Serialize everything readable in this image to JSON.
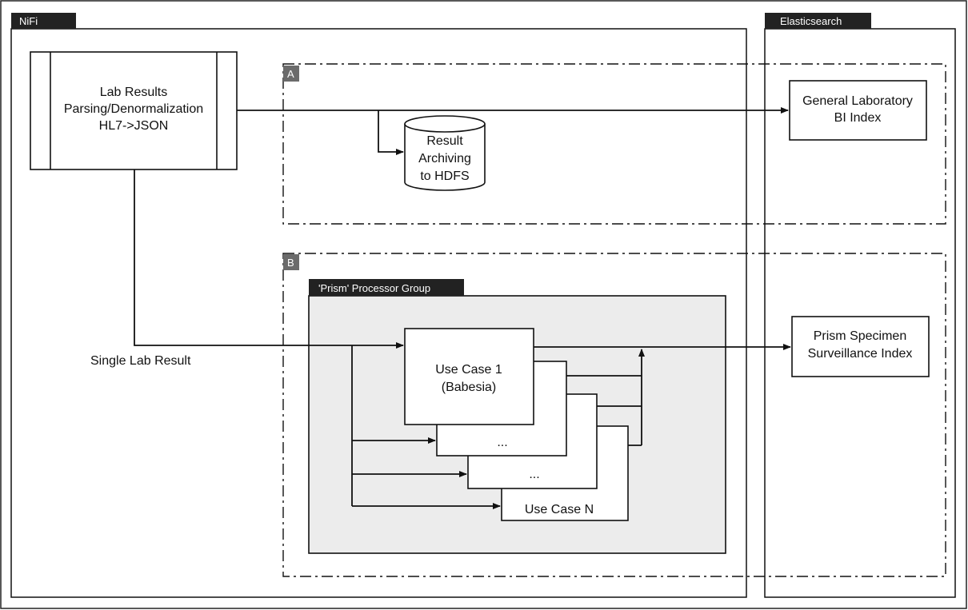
{
  "containers": {
    "nifi": {
      "tab_label": "NiFi"
    },
    "elasticsearch": {
      "tab_label": "Elasticsearch"
    },
    "section_a": {
      "tag": "A"
    },
    "section_b": {
      "tag": "B"
    },
    "prism_group": {
      "tab_label": "'Prism' Processor Group"
    }
  },
  "nodes": {
    "lab_results": {
      "line1": "Lab Results",
      "line2": "Parsing/Denormalization",
      "line3": "HL7->JSON"
    },
    "archive": {
      "line1": "Result",
      "line2": "Archiving",
      "line3": "to HDFS"
    },
    "general_index": {
      "line1": "General Laboratory",
      "line2": "BI Index"
    },
    "prism_index": {
      "line1": "Prism Specimen",
      "line2": "Surveillance Index"
    },
    "use_case_1": {
      "line1": "Use Case 1",
      "line2": "(Babesia)"
    },
    "use_case_2": {
      "label": "..."
    },
    "use_case_3": {
      "label": "..."
    },
    "use_case_n": {
      "label": "Use Case N"
    }
  },
  "edges": {
    "single_lab_result": {
      "label": "Single Lab Result"
    }
  },
  "colors": {
    "tab_fill": "#222222",
    "tab_text": "#ffffff",
    "tag_fill": "#6b6b6b",
    "group_fill": "#ececec",
    "stroke": "#111111"
  }
}
